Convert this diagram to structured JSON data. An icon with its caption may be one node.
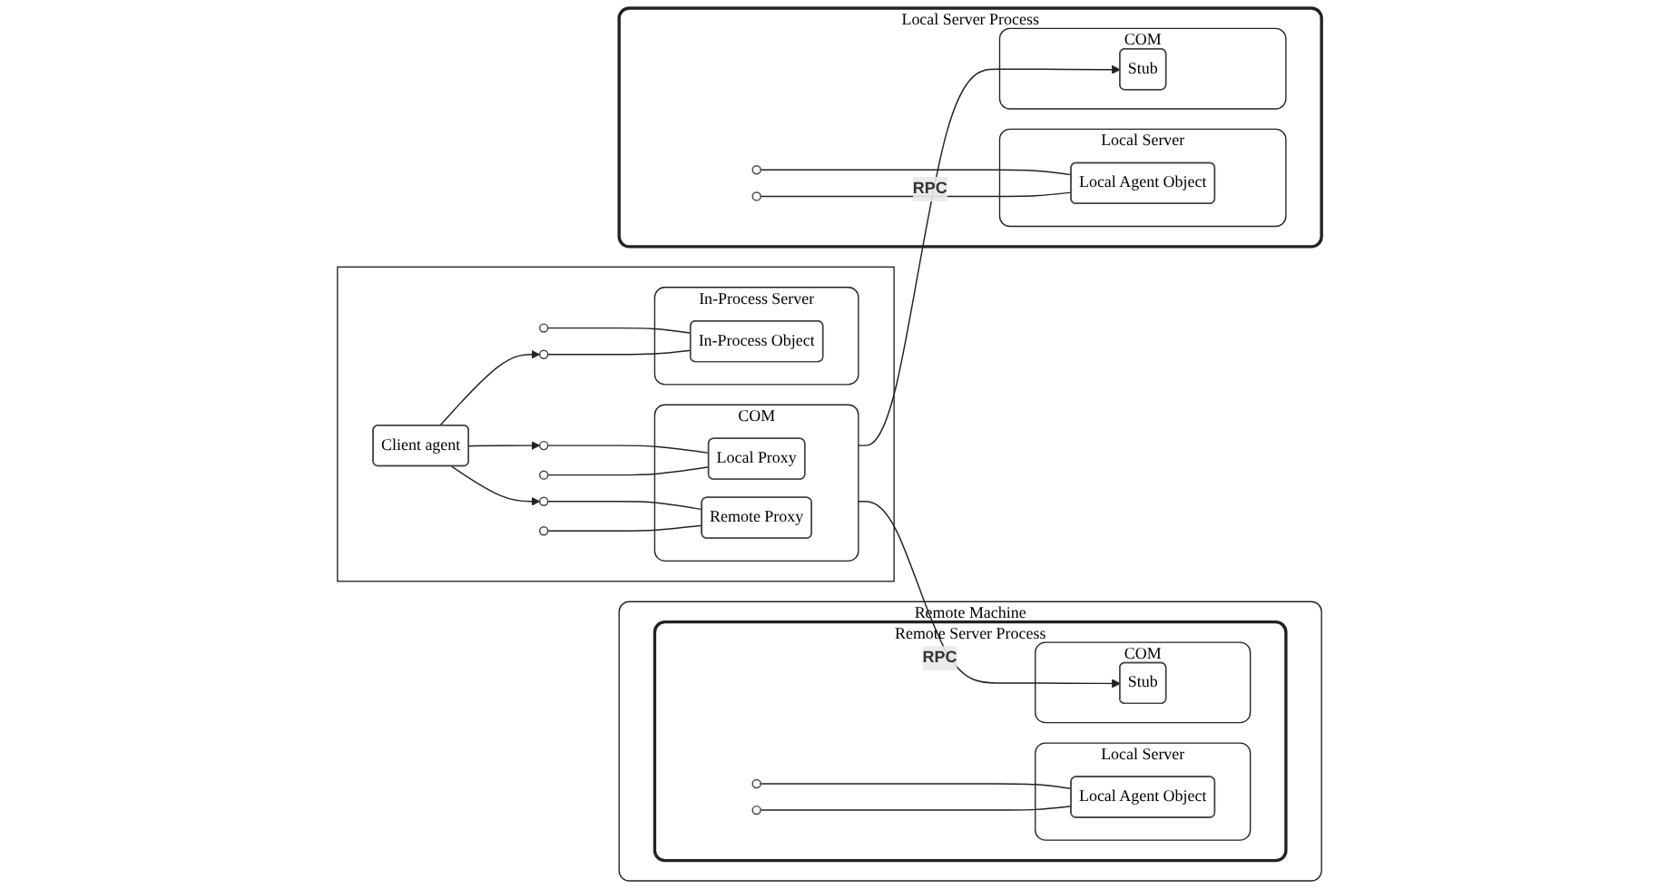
{
  "diagram": {
    "nodes": [
      {
        "text": [],
        "shape": "box"
      },
      {
        "text": [
          "In-Process Server"
        ],
        "in": 0
      },
      {
        "text": [],
        "shape": "circle",
        "in": 0
      },
      {
        "text": [],
        "shape": "circle",
        "in": 0
      },
      {
        "text": [
          "In-Process Object"
        ],
        "in": 1
      },
      {
        "text": [
          "Client agent"
        ],
        "in": 0
      },
      {
        "text": [
          "COM"
        ],
        "in": 0
      },
      {
        "text": [],
        "shape": "circle",
        "in": 0
      },
      {
        "text": [],
        "shape": "circle",
        "in": 0
      },
      {
        "text": [
          "Local Proxy"
        ],
        "in": 6
      },
      {
        "text": [],
        "shape": "circle",
        "in": 0
      },
      {
        "text": [],
        "shape": "circle",
        "in": 0
      },
      {
        "text": [
          "Remote Proxy"
        ],
        "in": 6
      },
      {
        "text": [
          "Local Server Process"
        ]
      },
      {
        "text": [
          "COM"
        ],
        "in": 13
      },
      {
        "text": [
          "Stub"
        ],
        "in": 14
      },
      {
        "text": [],
        "shape": "circle",
        "in": 13
      },
      {
        "text": [],
        "shape": "circle",
        "in": 13
      },
      {
        "text": [
          "Local Server"
        ],
        "in": 13
      },
      {
        "text": [
          "Local Agent Object"
        ],
        "in": 18
      },
      {
        "text": [
          "Remote Machine"
        ]
      },
      {
        "text": [
          "Remote Server Process"
        ],
        "in": 20
      },
      {
        "text": [
          "COM"
        ],
        "in": 21
      },
      {
        "text": [
          "Stub"
        ],
        "in": 22
      },
      {
        "text": [],
        "shape": "circle",
        "in": 21
      },
      {
        "text": [],
        "shape": "circle",
        "in": 21
      },
      {
        "text": [
          "Local Server"
        ],
        "in": 21
      },
      {
        "text": [
          "Local Agent Object"
        ],
        "in": 26
      }
    ],
    "edges": [
      {
        "from": 2,
        "to": 4,
        "arrow": "none"
      },
      {
        "from": 3,
        "to": 4,
        "arrow": "none"
      },
      {
        "from": 7,
        "to": 9,
        "arrow": "none"
      },
      {
        "from": 8,
        "to": 9,
        "arrow": "none"
      },
      {
        "from": 10,
        "to": 12,
        "arrow": "none"
      },
      {
        "from": 11,
        "to": 12,
        "arrow": "none"
      },
      {
        "from": 5,
        "to": 3,
        "arrow": "to"
      },
      {
        "from": 5,
        "to": 7,
        "arrow": "to"
      },
      {
        "from": 5,
        "to": 10,
        "arrow": "to"
      },
      {
        "from": 6,
        "to": 15,
        "label": "RPC",
        "arrow": "to"
      },
      {
        "from": 6,
        "to": 23,
        "label": "RPC",
        "arrow": "to"
      },
      {
        "from": 16,
        "to": 19,
        "arrow": "none"
      },
      {
        "from": 17,
        "to": 19,
        "arrow": "none"
      },
      {
        "from": 24,
        "to": 27,
        "arrow": "none"
      },
      {
        "from": 25,
        "to": 27,
        "arrow": "none"
      }
    ]
  }
}
